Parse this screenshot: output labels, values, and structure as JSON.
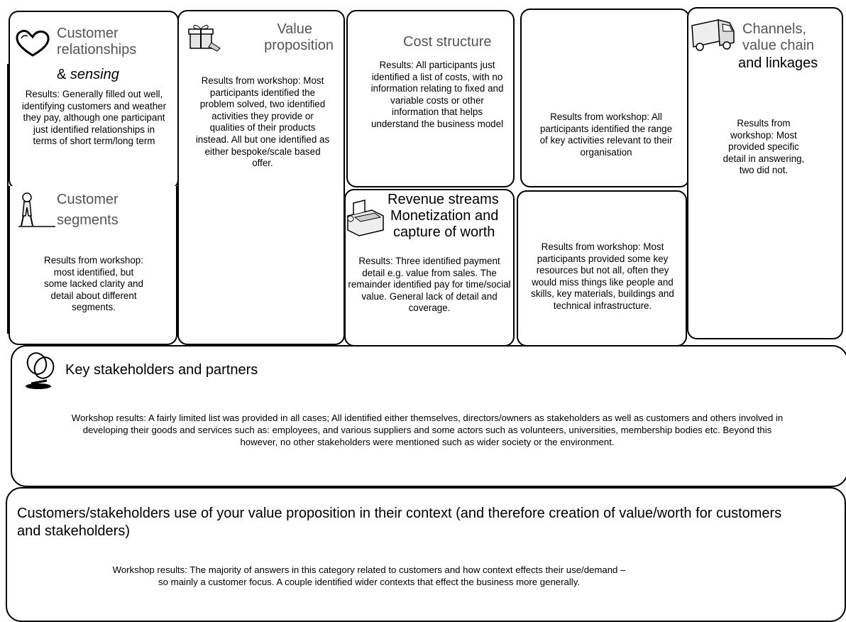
{
  "customer_relationships": {
    "title_line1": "Customer",
    "title_line2": "relationships",
    "title_amp": "& ",
    "title_em": "sensing",
    "results": "Results: Generally filled out well, identifying customers and weather they pay, although one participant just identified relationships in terms of short term/long term"
  },
  "value_proposition": {
    "title_line1": "Value",
    "title_line2": "proposition",
    "results": "Results from workshop: Most participants identified the problem solved, two identified activities they provide or qualities of their products instead. All but one identified as either bespoke/scale based offer."
  },
  "cost_structure": {
    "title": "Cost structure",
    "results": "Results: All participants just identified a list of costs, with no information relating to fixed and variable costs or other information that helps understand the business model"
  },
  "key_activities": {
    "results": "Results from workshop: All participants identified the range of key activities relevant to their organisation"
  },
  "channels": {
    "title_line1": "Channels,",
    "title_line2": "value chain",
    "title_line3": "and linkages",
    "results": "Results from workshop: Most provided specific detail in answering, two did not."
  },
  "customer_segments": {
    "title_line1": "Customer",
    "title_line2": "segments",
    "results": "Results from workshop: most identified, but some lacked clarity and detail about different segments."
  },
  "revenue_streams": {
    "title_line1": "Revenue streams",
    "title_line2": "Monetization and",
    "title_line3": "capture of worth",
    "results": "Results: Three identified payment detail e.g. value from sales. The remainder identified pay for time/social value. General lack of detail and coverage."
  },
  "key_resources": {
    "results": "Results from workshop: Most participants provided some key resources but not all, often they would miss things like people and skills, key materials, buildings and technical infrastructure."
  },
  "key_stakeholders": {
    "title": "Key stakeholders and partners",
    "results": "Workshop results: A fairly limited list was provided in all cases; All identified either themselves, directors/owners as stakeholders as well as customers and others involved in developing their goods and services such as: employees, and various suppliers and some actors such as volunteers, universities, membership bodies etc. Beyond this however, no other stakeholders were mentioned such as wider society or the environment."
  },
  "customer_use": {
    "title": "Customers/stakeholders use of your value proposition in their context (and therefore creation of value/worth for customers and stakeholders)",
    "results_line1": "Workshop results: The majority of answers in this category related to customers and how context effects their use/demand –",
    "results_line2": "so mainly a customer focus. A couple identified wider contexts that effect the business more generally."
  },
  "icons": [
    "heart-icon",
    "gift-box-icon",
    "delivery-truck-icon",
    "person-icon",
    "cash-register-icon",
    "linked-rings-icon"
  ]
}
